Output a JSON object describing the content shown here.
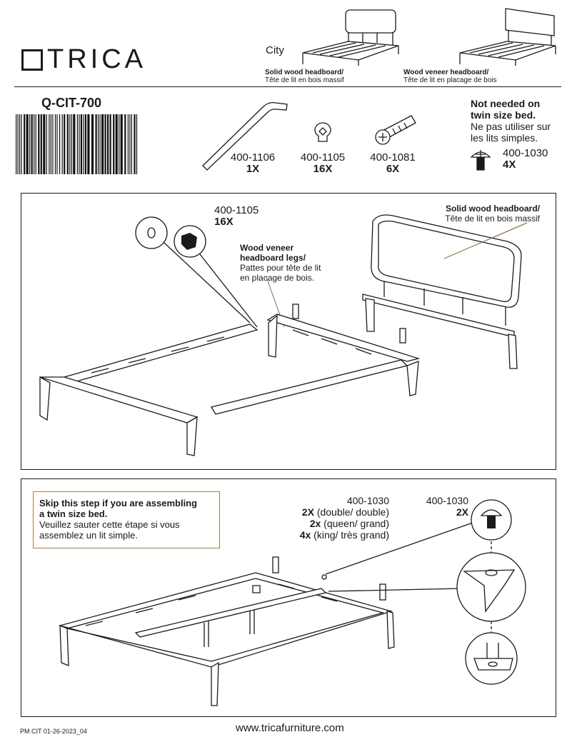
{
  "header": {
    "brand": "TRICA",
    "collection": "City",
    "variants": [
      {
        "bold": "Solid wood headboard/",
        "fr": "Tête de lit en bois massif"
      },
      {
        "bold": "Wood veneer headboard/",
        "fr": "Tête de lit en placage de bois"
      }
    ]
  },
  "sku": "Q-CIT-700",
  "parts": [
    {
      "code": "400-1106",
      "qty": "1X"
    },
    {
      "code": "400-1105",
      "qty": "16X"
    },
    {
      "code": "400-1081",
      "qty": "6X"
    },
    {
      "code": "400-1030",
      "qty": "4X"
    }
  ],
  "twin_note": {
    "bold1": "Not needed on",
    "bold2": "twin size bed.",
    "fr1": "Ne pas utiliser sur",
    "fr2": "les lits simples."
  },
  "step1": {
    "part_code": "400-1105",
    "part_qty": "16X",
    "legs_bold1": "Wood veneer",
    "legs_bold2": "headboard legs/",
    "legs_fr1": "Pattes pour tête de lit",
    "legs_fr2": "en placage de bois.",
    "head_bold": "Solid wood headboard/",
    "head_fr": "Tête de lit en bois massif"
  },
  "step2": {
    "skip_bold1": "Skip this step if you are assembling",
    "skip_bold2": "a twin size bed.",
    "skip_fr1": "Veuillez sauter cette étape si vous",
    "skip_fr2": "assemblez un lit simple.",
    "part_code": "400-1030",
    "qty_lines": [
      {
        "q": "2X",
        "t": "(double/ double)"
      },
      {
        "q": "2x",
        "t": "(queen/ grand)"
      },
      {
        "q": "4x",
        "t": "(king/ très grand)"
      }
    ],
    "detail_code": "400-1030",
    "detail_qty": "2X"
  },
  "footer": {
    "doc_id": "PM CIT 01-26-2023_04",
    "url": "www.tricafurniture.com"
  }
}
